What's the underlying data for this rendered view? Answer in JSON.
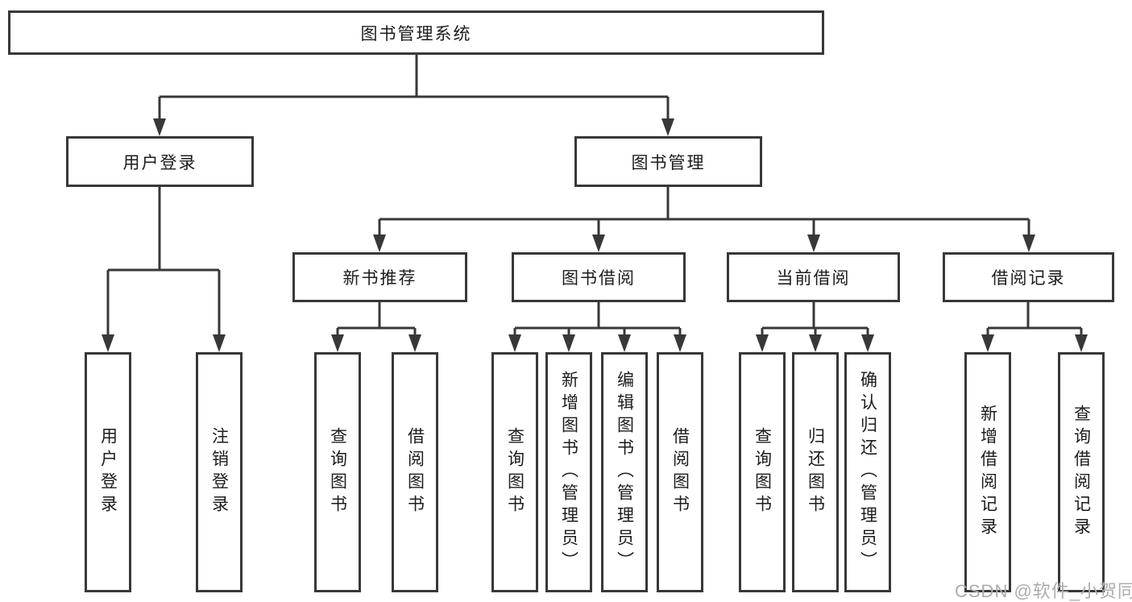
{
  "diagram": {
    "root": {
      "label": "图书管理系统",
      "children": [
        {
          "label": "用户登录",
          "children": [
            {
              "label": "用户登录"
            },
            {
              "label": "注销登录"
            }
          ]
        },
        {
          "label": "图书管理",
          "children": [
            {
              "label": "新书推荐",
              "children": [
                {
                  "label": "查询图书"
                },
                {
                  "label": "借阅图书"
                }
              ]
            },
            {
              "label": "图书借阅",
              "children": [
                {
                  "label": "查询图书"
                },
                {
                  "label": "新增图书（管理员）"
                },
                {
                  "label": "编辑图书（管理员）"
                },
                {
                  "label": "借阅图书"
                }
              ]
            },
            {
              "label": "当前借阅",
              "children": [
                {
                  "label": "查询图书"
                },
                {
                  "label": "归还图书"
                },
                {
                  "label": "确认归还（管理员）"
                }
              ]
            },
            {
              "label": "借阅记录",
              "children": [
                {
                  "label": "新增借阅记录"
                },
                {
                  "label": "查询借阅记录"
                }
              ]
            }
          ]
        }
      ]
    },
    "colors": {
      "line": "#383838",
      "text": "#1c1c1c",
      "background": "#ffffff",
      "watermark": "#a9adb3"
    }
  },
  "watermark": {
    "text": "CSDN @软件_小贺同学"
  }
}
